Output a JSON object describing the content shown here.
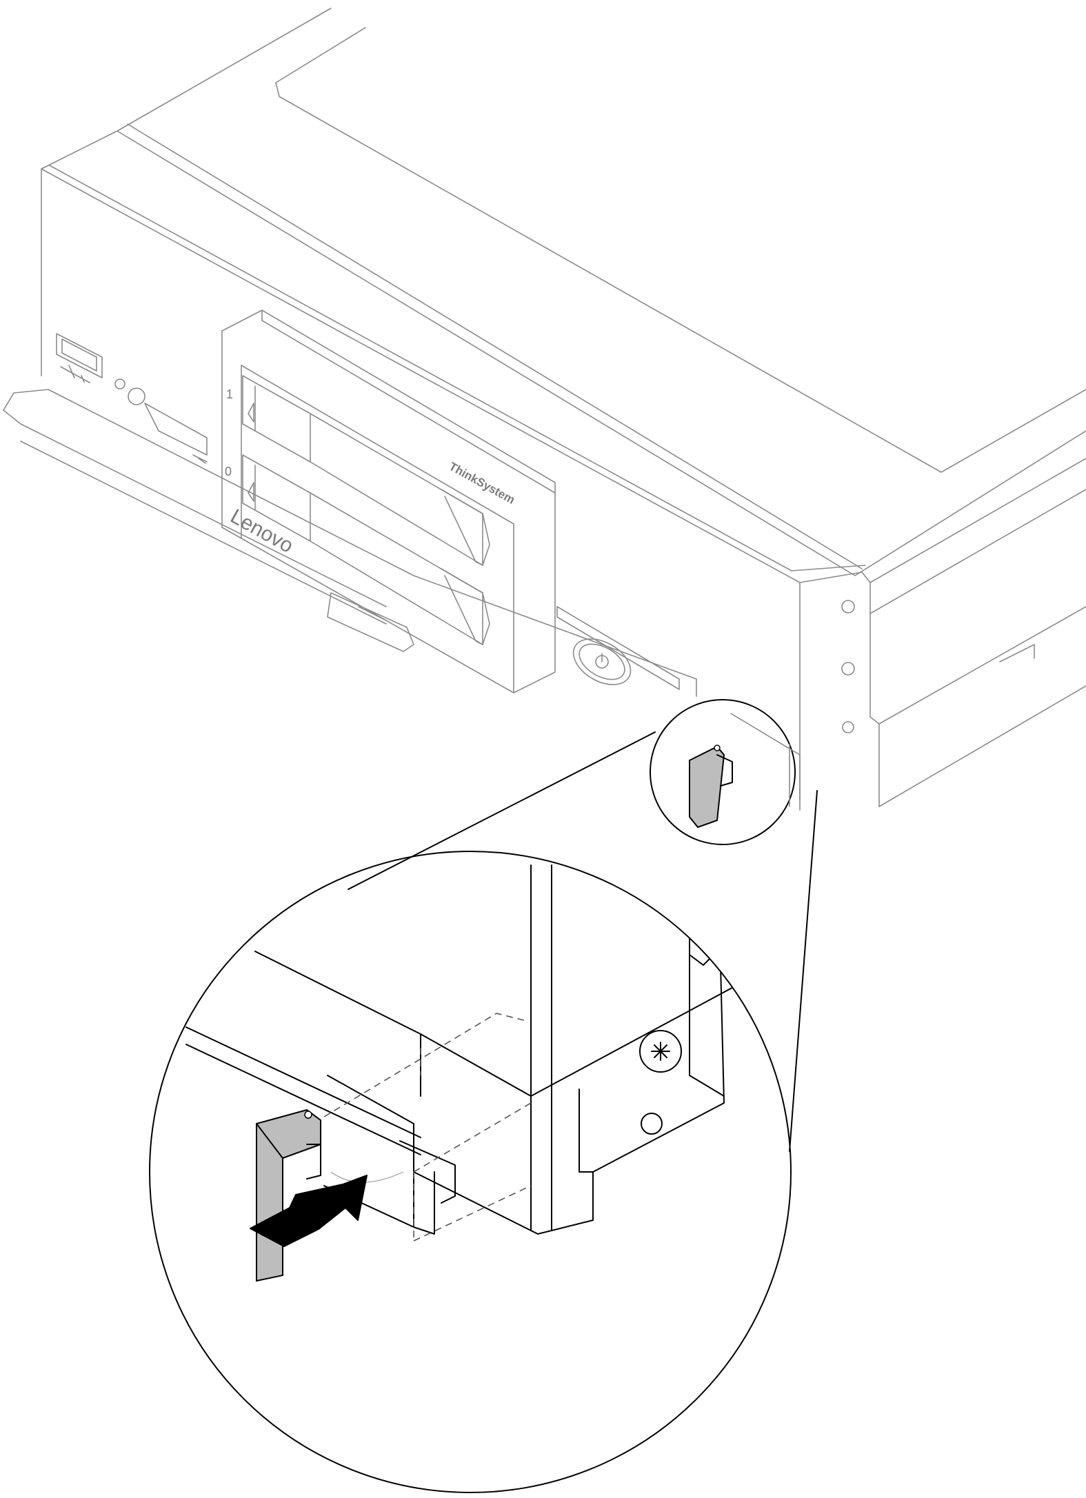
{
  "labels": {
    "bay_number": "1",
    "bay_number_zero": "0",
    "brand": "Lenovo",
    "product_brand": "ThinkSystem"
  },
  "colors": {
    "line": "#000000",
    "grey_line": "#8a8a8a",
    "handle_fill": "#bdbdbd",
    "arrow_fill": "#000000",
    "background": "#ffffff"
  },
  "icons": [
    "usb-icon",
    "power-button-icon",
    "screw-icon",
    "push-arrow-icon"
  ]
}
